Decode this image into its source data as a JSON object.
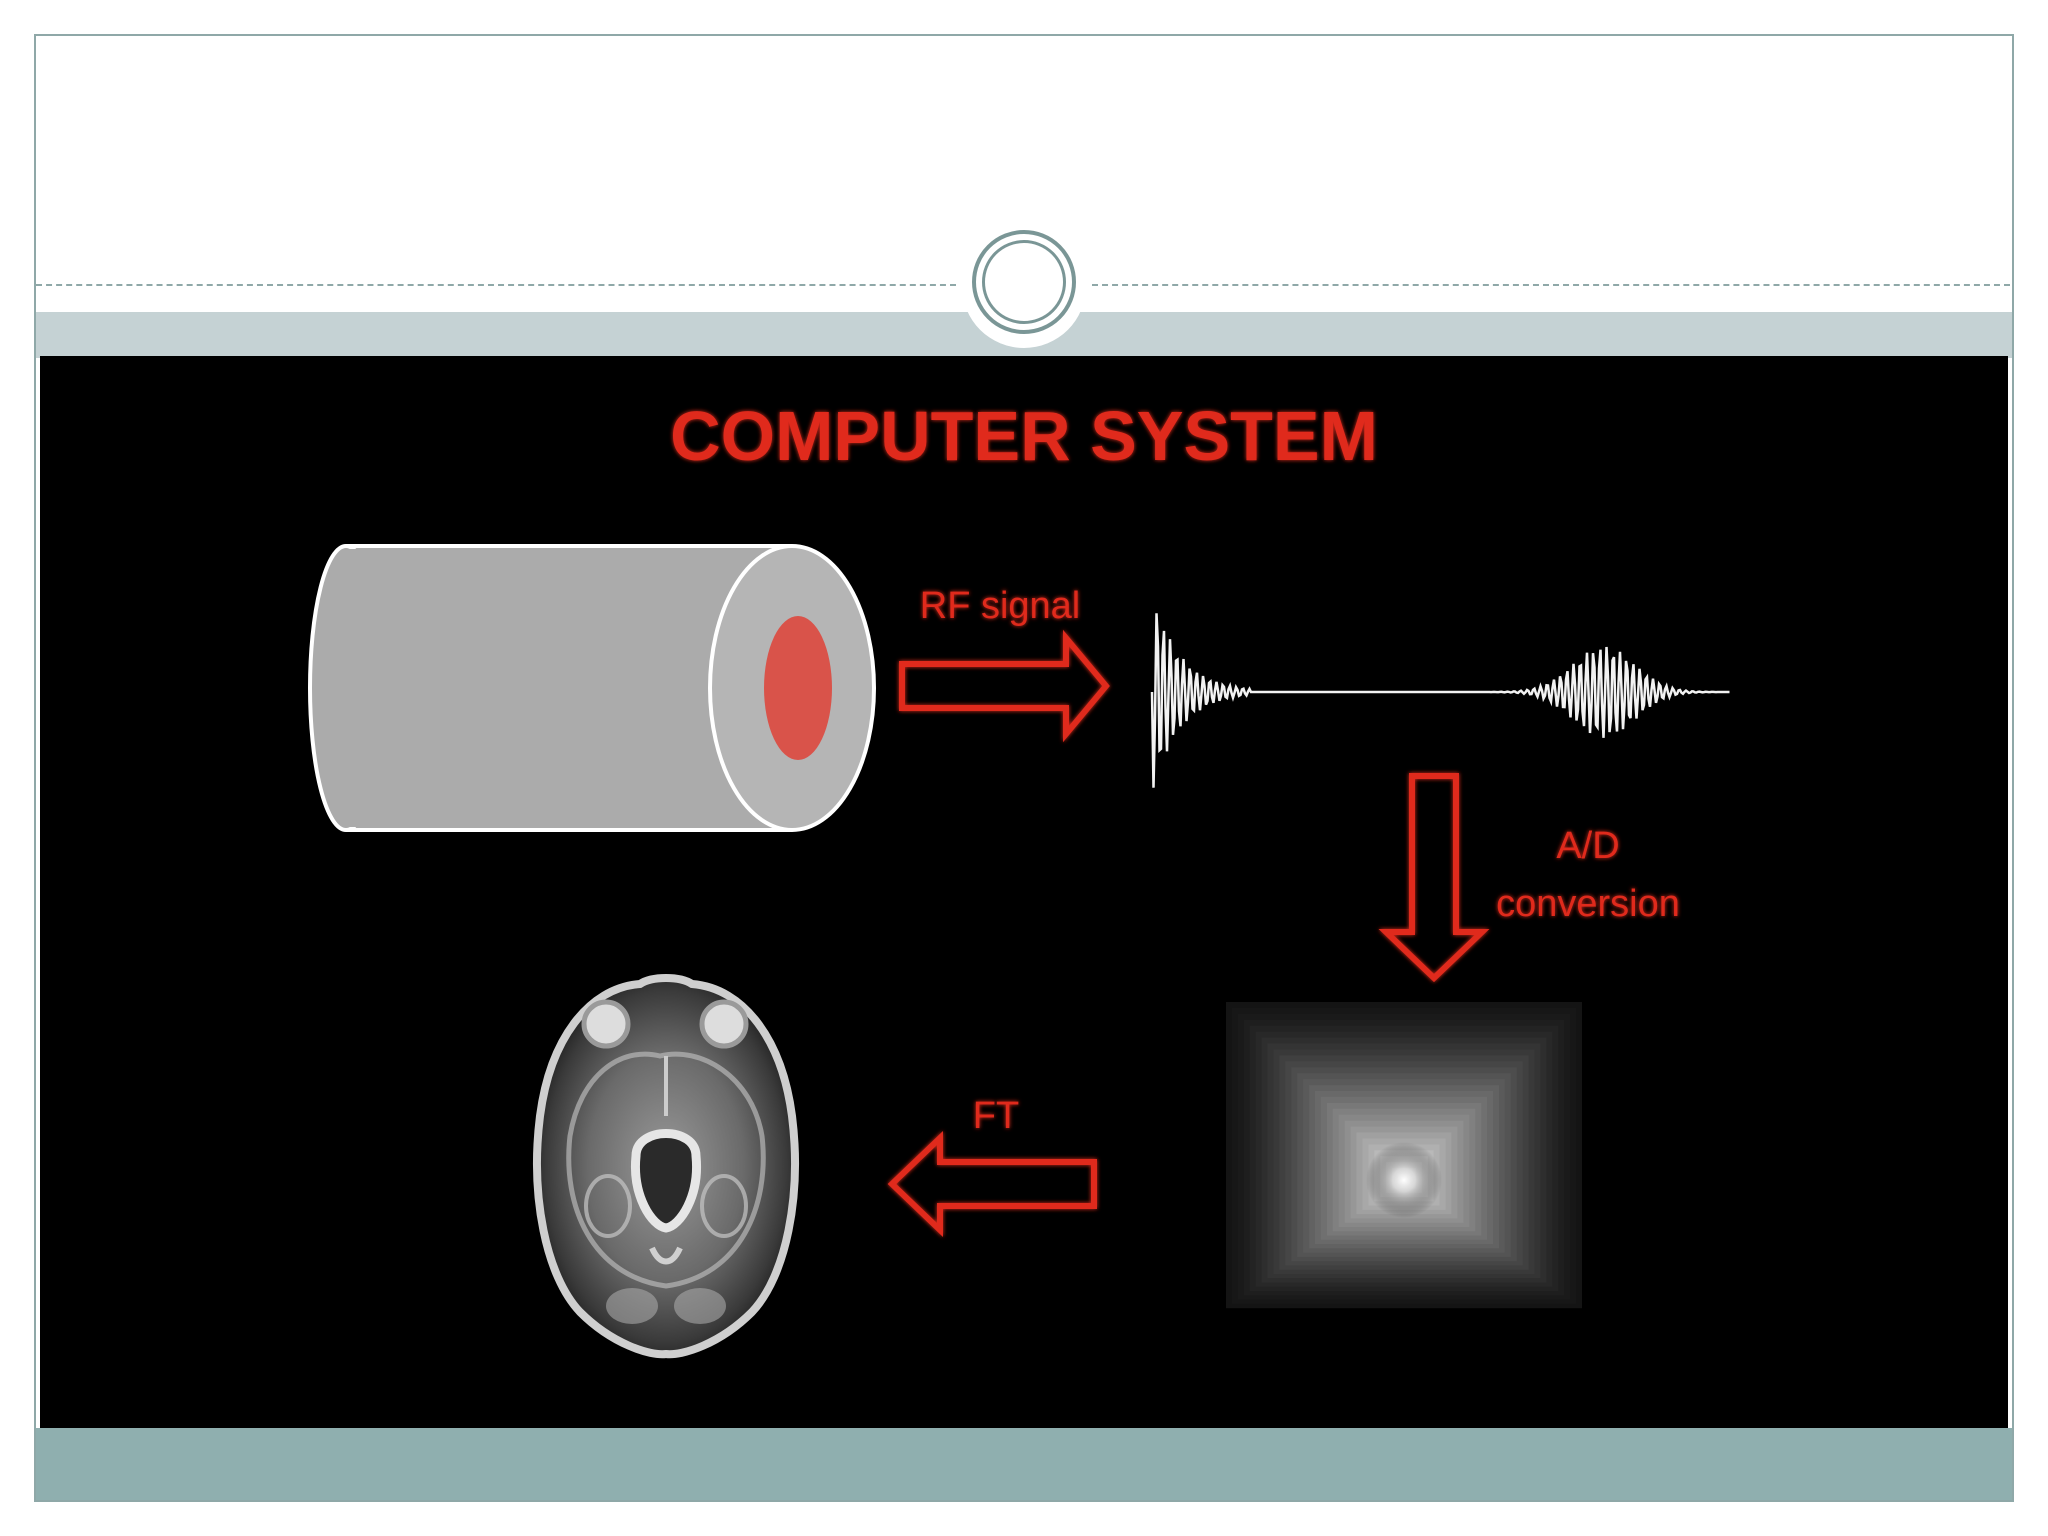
{
  "slide": {
    "title": "COMPUTER SYSTEM",
    "labels": {
      "rf_signal": "RF signal",
      "ad_line1": "A/D",
      "ad_line2": "conversion",
      "ft": "FT"
    }
  },
  "colors": {
    "frame_border": "#8fa8a8",
    "top_band": "#c5d2d4",
    "bottom_band": "#8fafaf",
    "panel_bg": "#000000",
    "accent_red": "#e02a1c",
    "cylinder_gray": "#aaaaaa"
  },
  "icons": [
    "scanner-cylinder-icon",
    "rf-signal-waveform",
    "right-arrow-icon",
    "down-arrow-icon",
    "left-arrow-icon",
    "k-space-image",
    "brain-mri-image"
  ]
}
